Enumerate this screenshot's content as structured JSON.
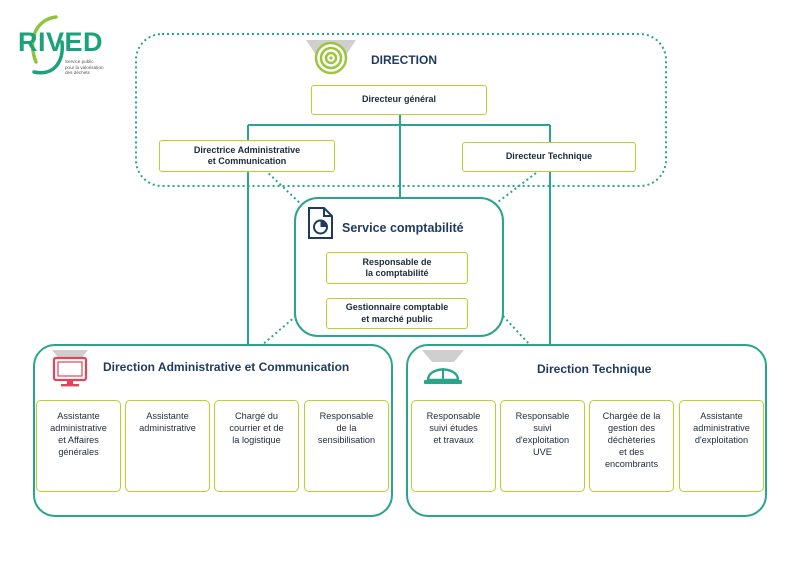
{
  "logo": {
    "text": "RIVED",
    "tagline": "Service public\npour la valorisation\ndes déchets"
  },
  "direction": {
    "title": "DIRECTION",
    "director_general": "Directeur général",
    "directrice_admin": "Directrice Administrative\net Communication",
    "directeur_technique": "Directeur Technique"
  },
  "comptabilite": {
    "title": "Service comptabilité",
    "responsable": "Responsable de\nla comptabilité",
    "gestionnaire": "Gestionnaire comptable\net marché public"
  },
  "admin_comm": {
    "title": "Direction Administrative et Communication",
    "cards": [
      "Assistante\nadministrative\net Affaires\ngénérales",
      "Assistante\nadministrative",
      "Chargé du\ncourrier et de\nla logistique",
      "Responsable\nde la\nsensibilisation"
    ]
  },
  "technique": {
    "title": "Direction Technique",
    "cards": [
      "Responsable\nsuivi études\net travaux",
      "Responsable\nsuivi\nd'exploitation\nUVE",
      "Chargée de la\ngestion des\ndéchèteries\net des\nencombrants",
      "Assistante\nadministrative\nd'exploitation"
    ]
  },
  "colors": {
    "teal": "#2aa48a",
    "lime": "#b9d12a",
    "navy": "#1f3a5f",
    "red": "#e0455a"
  },
  "icons": {
    "direction": "target-icon",
    "comptabilite": "document-chart-icon",
    "admin_comm": "monitor-icon",
    "technique": "hard-hat-icon"
  }
}
